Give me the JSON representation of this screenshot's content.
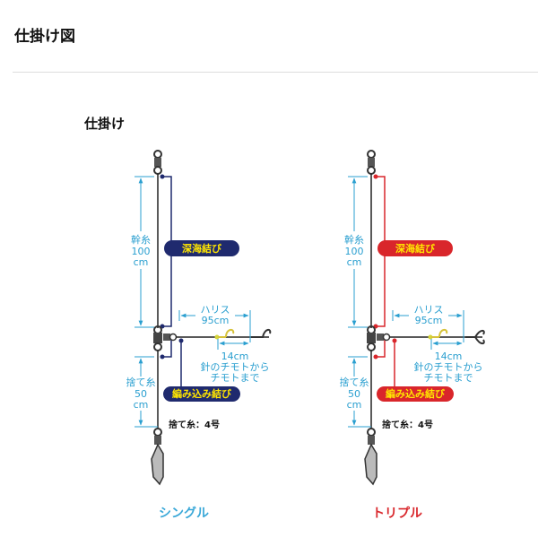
{
  "page": {
    "title": "仕掛け図",
    "section": "仕掛け"
  },
  "colors": {
    "single": "#1f2a6e",
    "triple": "#d9262b",
    "dimension": "#2a9fd0",
    "single_caption": "#3aa8d8",
    "triple_caption": "#d9262b"
  },
  "rigs": [
    {
      "caption": "シングル",
      "main_line_label": "幹糸",
      "main_line_len": "100",
      "unit": "cm",
      "knot_top": "深海結び",
      "leader_label": "ハリス",
      "leader_len": "95cm",
      "hook_gap": "14cm",
      "hook_gap_note1": "針のチモトから",
      "hook_gap_note2": "チモトまで",
      "knot_bottom": "編み込み結び",
      "sinker_line_label": "捨て糸",
      "sinker_line_len": "50",
      "sinker_line_spec": "捨て糸：4号"
    },
    {
      "caption": "トリプル",
      "main_line_label": "幹糸",
      "main_line_len": "100",
      "unit": "cm",
      "knot_top": "深海結び",
      "leader_label": "ハリス",
      "leader_len": "95cm",
      "hook_gap": "14cm",
      "hook_gap_note1": "針のチモトから",
      "hook_gap_note2": "チモトまで",
      "knot_bottom": "編み込み結び",
      "sinker_line_label": "捨て糸",
      "sinker_line_len": "50",
      "sinker_line_spec": "捨て糸：4号"
    }
  ]
}
